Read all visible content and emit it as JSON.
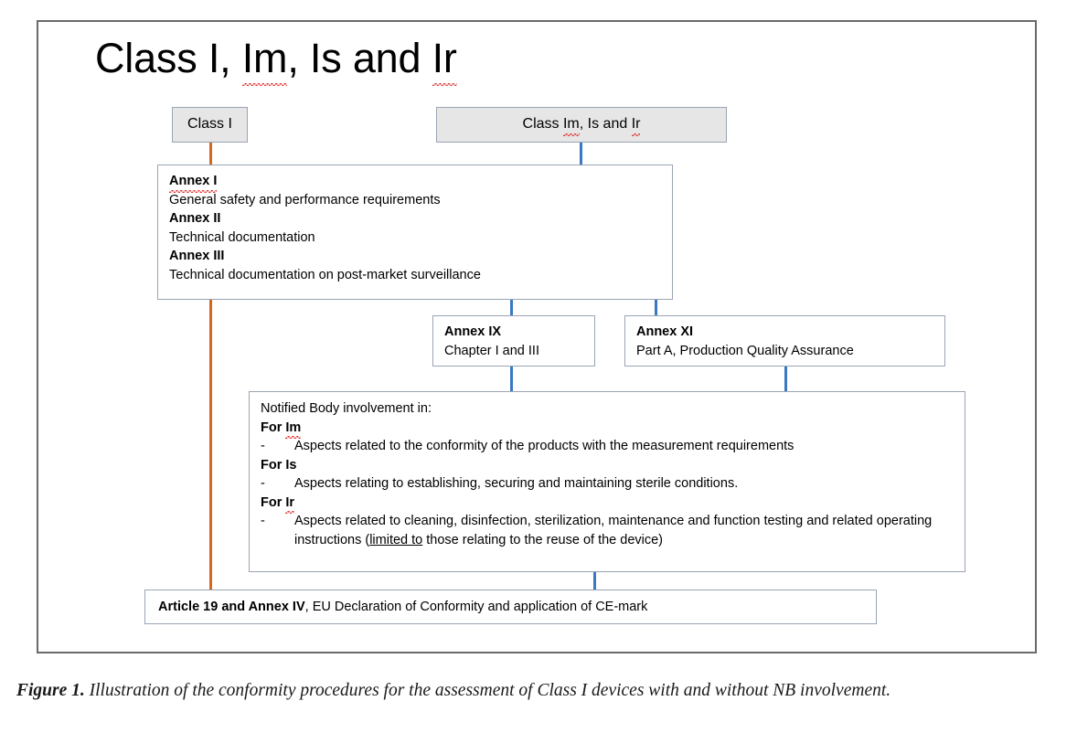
{
  "figure": {
    "title": "Class I, Im, Is and Ir",
    "caption_label": "Figure 1.",
    "caption_text": "Illustration of the conformity procedures for the assessment of Class I devices with and without NB involvement."
  },
  "colors": {
    "frame_border": "#6a6a6a",
    "box_border": "#9aa4b5",
    "shaded_box_fill": "#e6e6e6",
    "connector_orange": "#d4681f",
    "connector_blue": "#3a78c3",
    "text": "#000000",
    "spellcheck_squiggle": "#e03a3a"
  },
  "nodes": {
    "class_i": {
      "label": "Class I"
    },
    "class_im_is_ir": {
      "label_prefix": "Class ",
      "label_im": "Im",
      "label_mid": ", ",
      "label_is": "Is",
      "label_and": " and ",
      "label_ir": "Ir"
    },
    "annex_i_block": {
      "lines": [
        {
          "text": "Annex I",
          "bold": true
        },
        {
          "text": "General safety and performance requirements",
          "bold": false
        },
        {
          "text": "Annex II",
          "bold": true
        },
        {
          "text": "Technical documentation",
          "bold": false
        },
        {
          "text": "Annex III",
          "bold": true
        },
        {
          "text": "Technical documentation on post-market surveillance",
          "bold": false
        }
      ]
    },
    "annex_ix": {
      "title": "Annex IX",
      "subtitle": "Chapter I and III"
    },
    "annex_xi": {
      "title": "Annex XI",
      "subtitle": "Part A, Production Quality Assurance"
    },
    "notified_body": {
      "heading": "Notified Body involvement in:",
      "groups": [
        {
          "label_prefix": "For ",
          "label_term": "Im",
          "bullets": [
            {
              "dash": "-",
              "text": "Aspects related to the conformity of the products with the measurement requirements"
            }
          ]
        },
        {
          "label_prefix": "For ",
          "label_term": "Is",
          "bullets": [
            {
              "dash": "-",
              "text": "Aspects relating to establishing, securing and maintaining sterile conditions."
            }
          ]
        },
        {
          "label_prefix": "For ",
          "label_term": "Ir",
          "bullets": [
            {
              "dash": "-",
              "text_a": "Aspects related to cleaning, disinfection, sterilization, maintenance and function testing and related operating instructions (",
              "text_underlined": "limited to",
              "text_b": " those relating to the reuse of the device)"
            }
          ]
        }
      ]
    },
    "article_19": {
      "bold_part": "Article 19 and Annex IV",
      "rest": ", EU Declaration of Conformity and application of CE-mark"
    }
  },
  "connectors": [
    {
      "name": "class-i-to-annex-i",
      "color": "orange"
    },
    {
      "name": "class-i-to-article-19",
      "color": "orange"
    },
    {
      "name": "class-im-is-ir-to-annex-i",
      "color": "blue"
    },
    {
      "name": "annex-i-to-annex-ix",
      "color": "blue"
    },
    {
      "name": "annex-i-to-annex-xi",
      "color": "blue"
    },
    {
      "name": "annex-ix-to-notified-body",
      "color": "blue"
    },
    {
      "name": "annex-xi-to-notified-body",
      "color": "blue"
    },
    {
      "name": "notified-body-to-article-19",
      "color": "blue"
    }
  ]
}
